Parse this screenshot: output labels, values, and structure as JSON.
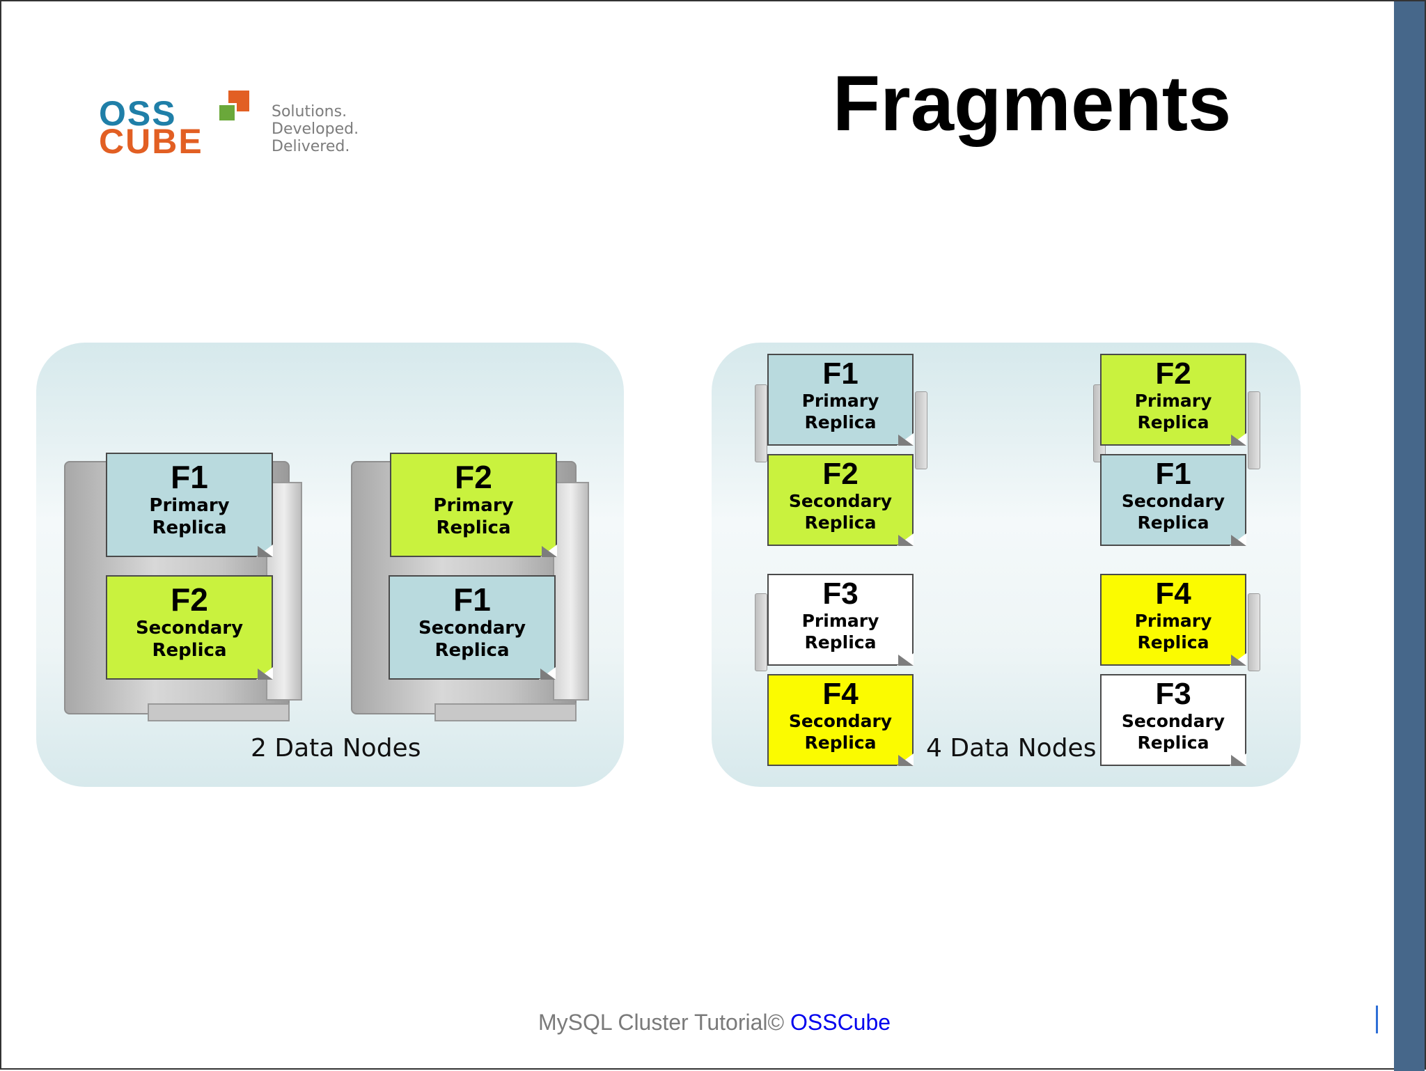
{
  "slide": {
    "title": "Fragments",
    "accent_bar_color": "#46678a"
  },
  "logo": {
    "line1": "OSS",
    "line2": "CUBE",
    "tagline": [
      "Solutions.",
      "Developed.",
      "Delivered."
    ]
  },
  "left_panel": {
    "label": "2 Data Nodes",
    "nodes": [
      {
        "top": {
          "fragment": "F1",
          "role": "Primary",
          "rep": "Replica",
          "color": "#b9dade"
        },
        "bottom": {
          "fragment": "F2",
          "role": "Secondary",
          "rep": "Replica",
          "color": "#c9f23e"
        }
      },
      {
        "top": {
          "fragment": "F2",
          "role": "Primary",
          "rep": "Replica",
          "color": "#c9f23e"
        },
        "bottom": {
          "fragment": "F1",
          "role": "Secondary",
          "rep": "Replica",
          "color": "#b9dade"
        }
      }
    ]
  },
  "right_panel": {
    "label": "4 Data Nodes",
    "nodes": [
      {
        "top": {
          "fragment": "F1",
          "role": "Primary",
          "rep": "Replica",
          "color": "#b9dade"
        },
        "bottom": {
          "fragment": "F2",
          "role": "Secondary",
          "rep": "Replica",
          "color": "#c9f23e"
        }
      },
      {
        "top": {
          "fragment": "F2",
          "role": "Primary",
          "rep": "Replica",
          "color": "#c9f23e"
        },
        "bottom": {
          "fragment": "F1",
          "role": "Secondary",
          "rep": "Replica",
          "color": "#b9dade"
        }
      },
      {
        "top": {
          "fragment": "F3",
          "role": "Primary",
          "rep": "Replica",
          "color": "#ffffff"
        },
        "bottom": {
          "fragment": "F4",
          "role": "Secondary",
          "rep": "Replica",
          "color": "#fbfb00"
        }
      },
      {
        "top": {
          "fragment": "F4",
          "role": "Primary",
          "rep": "Replica",
          "color": "#fbfb00"
        },
        "bottom": {
          "fragment": "F3",
          "role": "Secondary",
          "rep": "Replica",
          "color": "#ffffff"
        }
      }
    ]
  },
  "footer": {
    "text": "MySQL Cluster Tutorial©",
    "brand": "OSSCube"
  }
}
